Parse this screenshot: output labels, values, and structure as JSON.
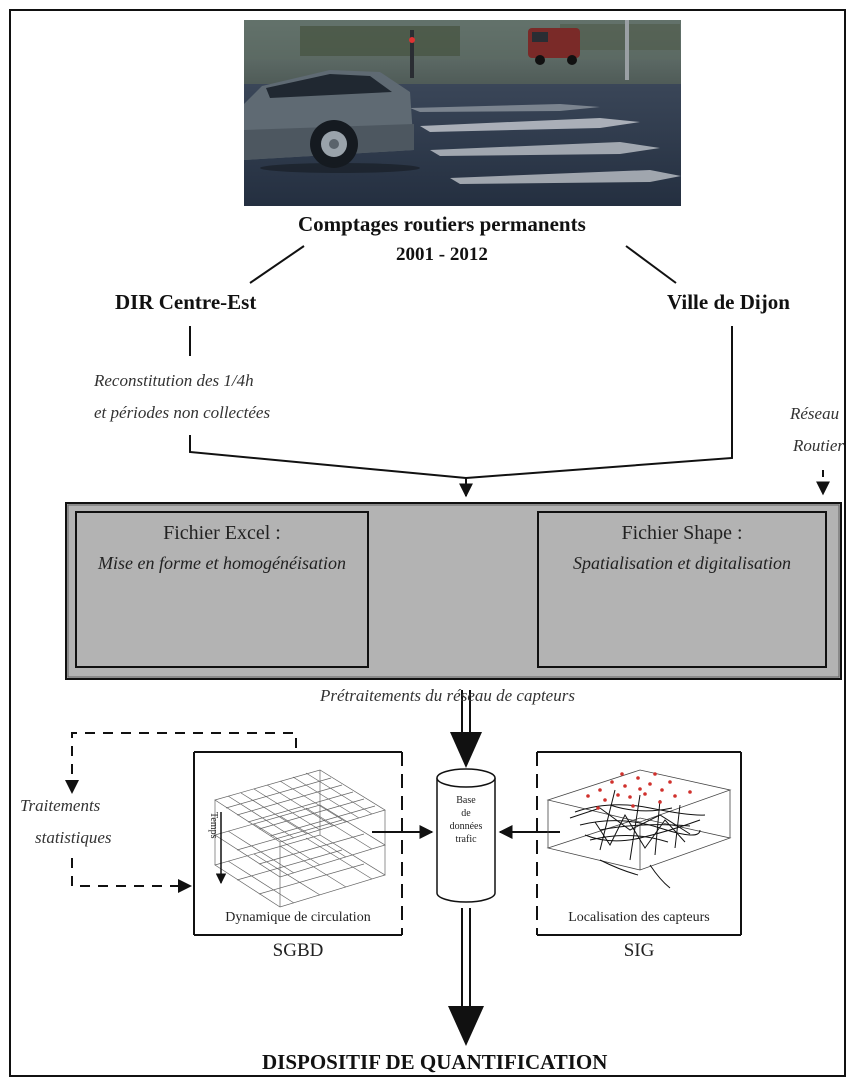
{
  "photo": {
    "description": ""
  },
  "header": {
    "title": "Comptages routiers permanents",
    "years": "2001 - 2012"
  },
  "sources": {
    "left": "DIR Centre-Est",
    "right": "Ville de Dijon"
  },
  "annotations": {
    "reconstitution_line1": "Reconstitution des 1/4h",
    "reconstitution_line2": "et périodes non collectées",
    "reseau_line1": "Réseau",
    "reseau_line2": "Routier",
    "pretraitements": "Prétraitements du réseau de capteurs",
    "traitements_line1": "Traitements",
    "traitements_line2": "statistiques"
  },
  "boxes": {
    "excel_title": "Fichier Excel :",
    "excel_sub": "Mise en forme et homogénéisation",
    "shape_title": "Fichier Shape :",
    "shape_sub": "Spatialisation et digitalisation"
  },
  "panels": {
    "left_caption": "Dynamique de circulation",
    "left_axis": "Temps",
    "left_system": "SGBD",
    "right_caption": "Localisation des capteurs",
    "right_system": "SIG"
  },
  "database": {
    "line1": "Base",
    "line2": "de",
    "line3": "données",
    "line4": "trafic"
  },
  "footer": {
    "title": "DISPOSITIF DE QUANTIFICATION"
  },
  "colors": {
    "band": "#b3b3b3",
    "box": "#c4c4c4",
    "line": "#111111",
    "points": "#d0312d"
  }
}
